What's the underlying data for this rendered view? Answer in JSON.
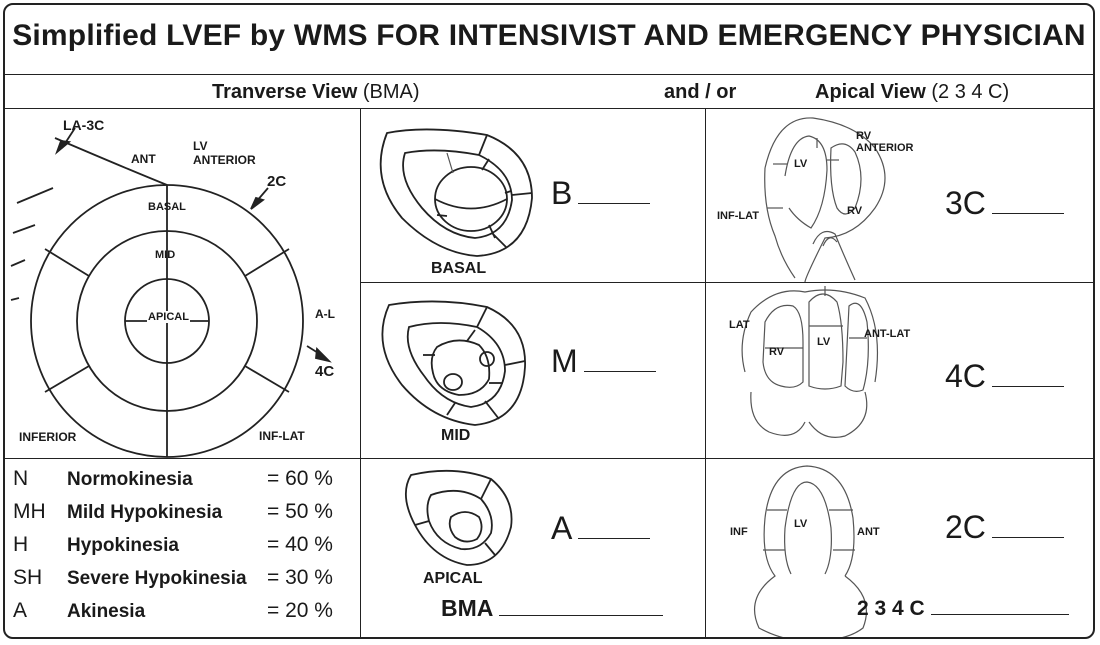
{
  "title": "Simplified LVEF by WMS FOR INTENSIVIST AND EMERGENCY PHYSICIAN",
  "subheader": {
    "transverse": "Tranverse View",
    "transverse_paren": "(BMA)",
    "andor": "and / or",
    "apical": "Apical View",
    "apical_paren": "(2 3 4 C)"
  },
  "bullseye": {
    "la3c": "LA-3C",
    "ant": "ANT",
    "lv_anterior_1": "LV",
    "lv_anterior_2": "ANTERIOR",
    "c2": "2C",
    "basal": "BASAL",
    "mid": "MID",
    "apical": "APICAL",
    "al": "A-L",
    "c4": "4C",
    "inferior": "INFERIOR",
    "inflat": "INF-LAT"
  },
  "short_axis": {
    "basal": {
      "letter": "B",
      "caption": "BASAL"
    },
    "mid": {
      "letter": "M",
      "caption": "MID"
    },
    "apical": {
      "letter": "A",
      "caption": "APICAL"
    },
    "bma": "BMA"
  },
  "apical_views": {
    "c3": {
      "view": "3C",
      "rv_anterior_1": "RV",
      "rv_anterior_2": "ANTERIOR",
      "lv": "LV",
      "inflat": "INF-LAT",
      "rv": "RV"
    },
    "c4": {
      "view": "4C",
      "lat": "LAT",
      "rv": "RV",
      "lv": "LV",
      "antlat": "ANT-LAT"
    },
    "c2": {
      "view": "2C",
      "inf": "INF",
      "lv": "LV",
      "ant": "ANT"
    },
    "sum": "2 3 4 C"
  },
  "legend": [
    {
      "code": "N",
      "name": "Normokinesia",
      "value": "= 60 %"
    },
    {
      "code": "MH",
      "name": "Mild Hypokinesia",
      "value": "= 50 %"
    },
    {
      "code": "H",
      "name": "Hypokinesia",
      "value": "= 40 %"
    },
    {
      "code": "SH",
      "name": "Severe Hypokinesia",
      "value": "= 30 %"
    },
    {
      "code": "A",
      "name": "Akinesia",
      "value": "= 20 %"
    }
  ]
}
